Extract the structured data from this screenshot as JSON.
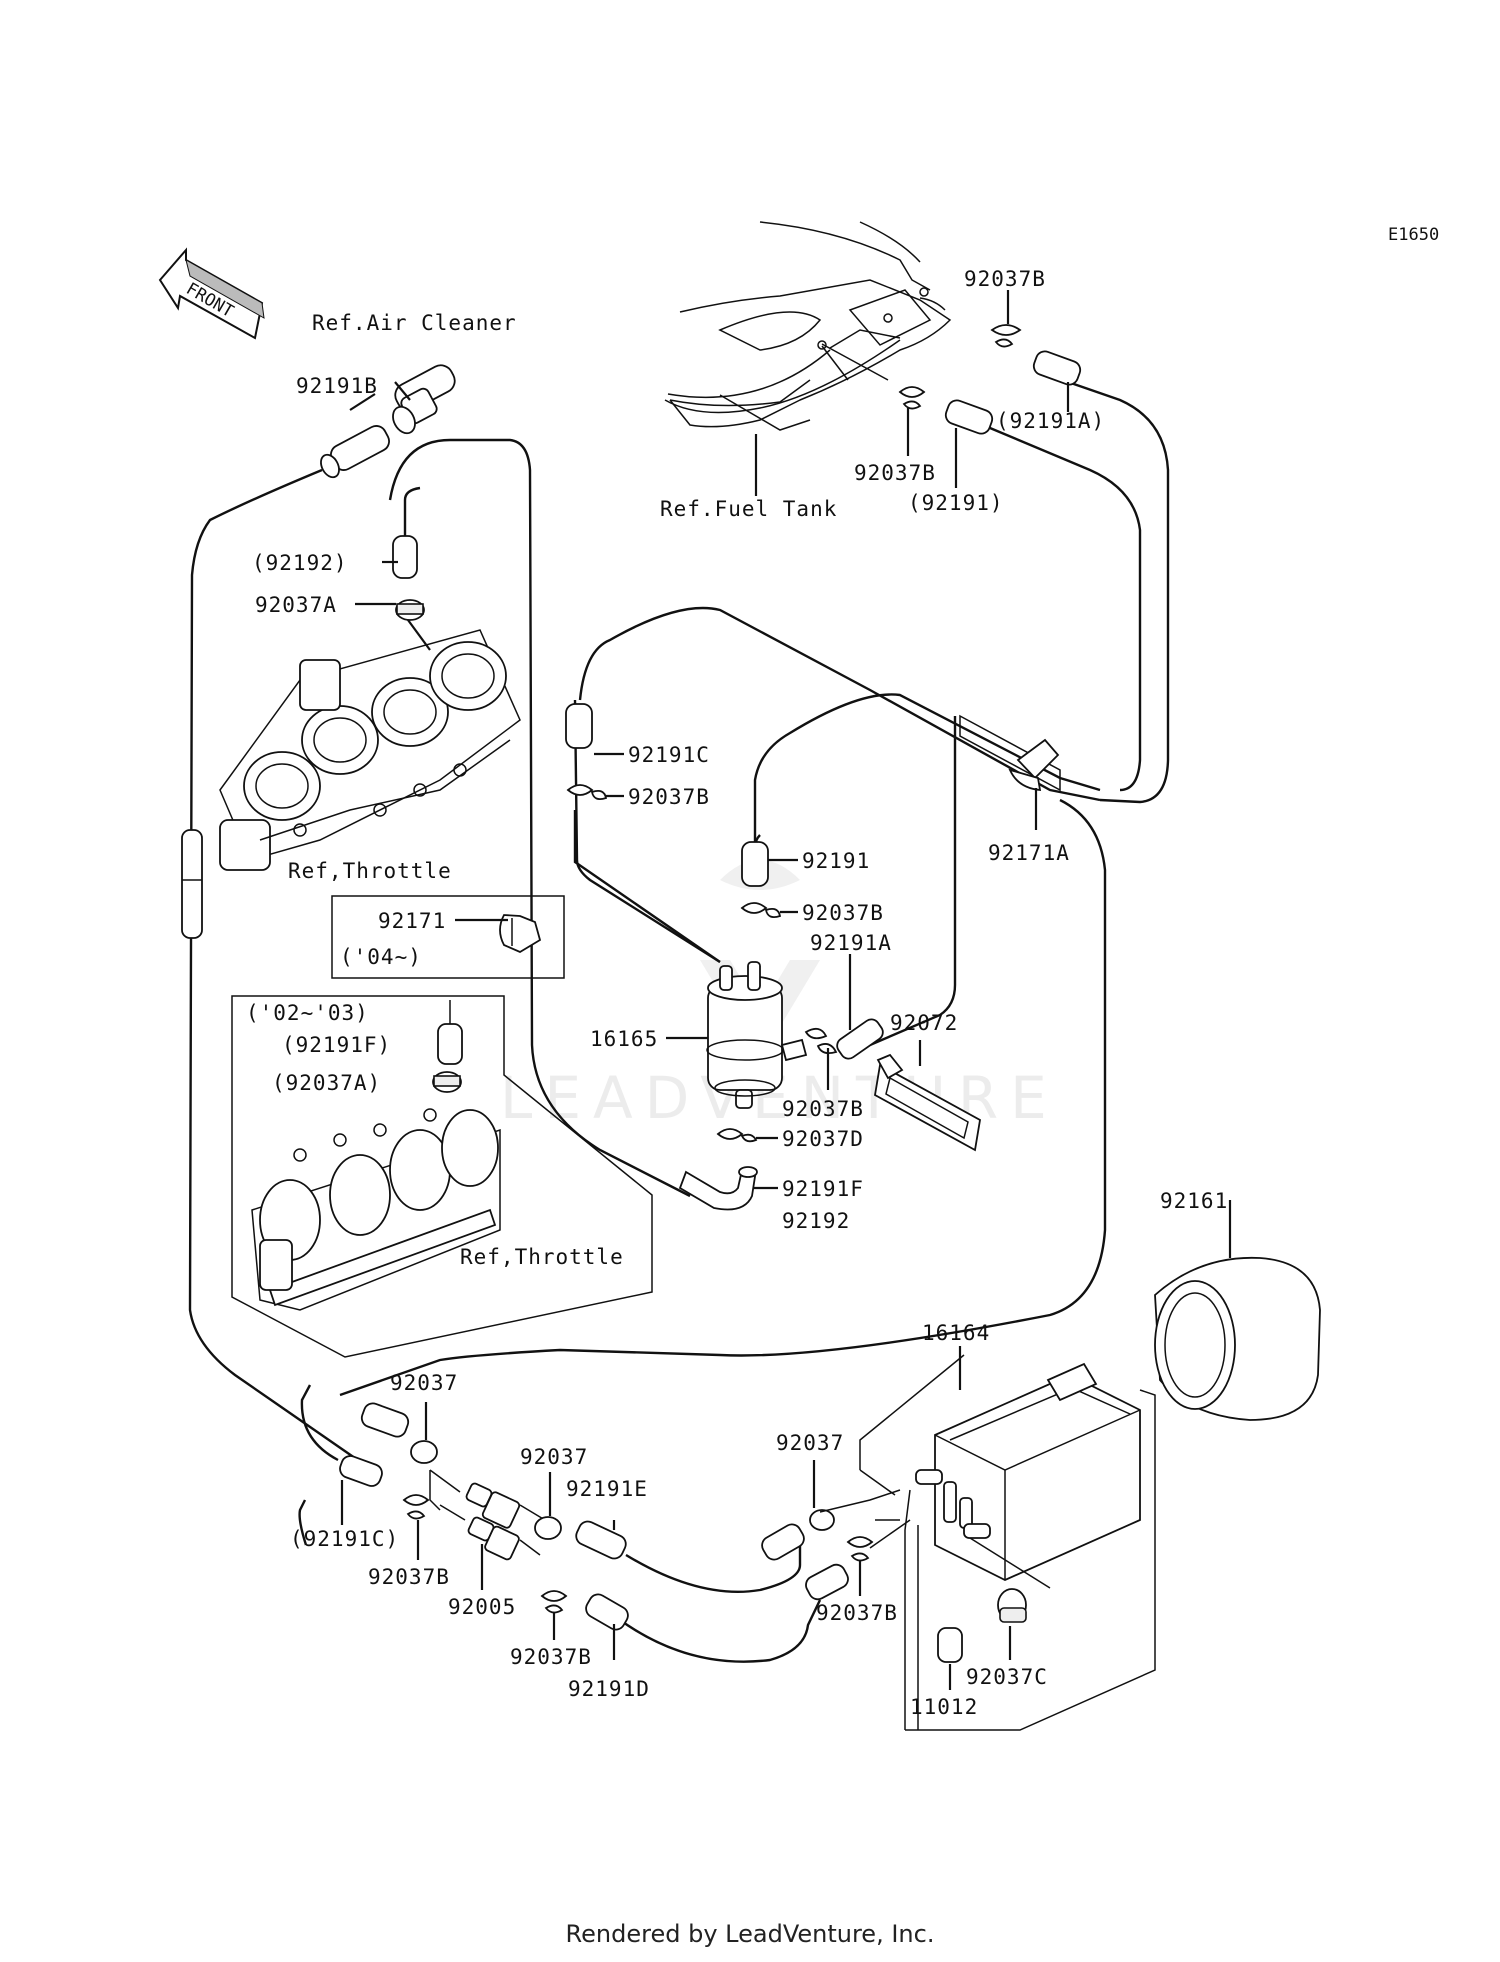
{
  "diagram_code": "E1650",
  "front_arrow_label": "FRONT",
  "watermark": "LEADVENTURE",
  "footer": "Rendered by LeadVenture, Inc.",
  "labels": {
    "ref_air_cleaner": "Ref.Air Cleaner",
    "ref_fuel_tank": "Ref.Fuel Tank",
    "ref_throttle_1": "Ref,Throttle",
    "ref_throttle_2": "Ref,Throttle",
    "p92191B": "92191B",
    "p92192_paren": "(92192)",
    "p92037A": "92037A",
    "p92037B_top": "92037B",
    "p92191A_paren": "(92191A)",
    "p92037B_tank": "92037B",
    "p92191_paren": "(92191)",
    "p92191C": "92191C",
    "p92037B_mid": "92037B",
    "p92191": "92191",
    "p92037B_mid2": "92037B",
    "p92191A": "92191A",
    "p92171A": "92171A",
    "p92171": "92171",
    "year_04": "('04~)",
    "year_02_03": "('02~'03)",
    "p92191F_paren": "(92191F)",
    "p92037A_paren": "(92037A)",
    "p16165": "16165",
    "p92072": "92072",
    "p92037B_pump": "92037B",
    "p92037D": "92037D",
    "p92191F": "92191F",
    "p92192": "92192",
    "p92161": "92161",
    "p16164": "16164",
    "p92037_left": "92037",
    "p92037_mid": "92037",
    "p92191E": "92191E",
    "p92037_right": "92037",
    "p92191C_paren": "(92191C)",
    "p92037B_bl": "92037B",
    "p92005": "92005",
    "p92037B_b2": "92037B",
    "p92191D": "92191D",
    "p92037B_b3": "92037B",
    "p92037C": "92037C",
    "p11012": "11012"
  }
}
